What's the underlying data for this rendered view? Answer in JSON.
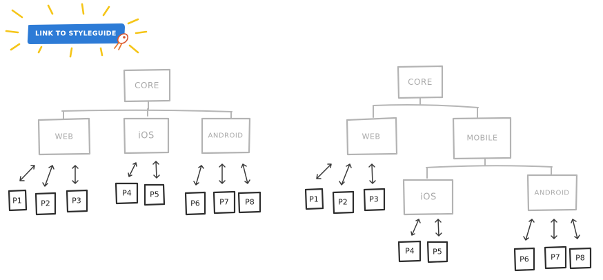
{
  "banner": {
    "label": "LINK TO STYLEGUIDE"
  },
  "colors": {
    "node_stroke": "#b3b3b3",
    "node_text": "#a9a9a9",
    "page_stroke": "#2d2d2d",
    "ray": "#f5c518",
    "link_bg": "#2d7bd6"
  },
  "diagram_left": {
    "core": "CORE",
    "platforms": [
      "WEB",
      "iOS",
      "ANDROID"
    ],
    "pages": [
      "P1",
      "P2",
      "P3",
      "P4",
      "P5",
      "P6",
      "P7",
      "P8"
    ]
  },
  "diagram_right": {
    "core": "CORE",
    "level2": [
      "WEB",
      "MOBILE"
    ],
    "mobile_children": [
      "iOS",
      "ANDROID"
    ],
    "pages": [
      "P1",
      "P2",
      "P3",
      "P4",
      "P5",
      "P6",
      "P7",
      "P8"
    ]
  }
}
